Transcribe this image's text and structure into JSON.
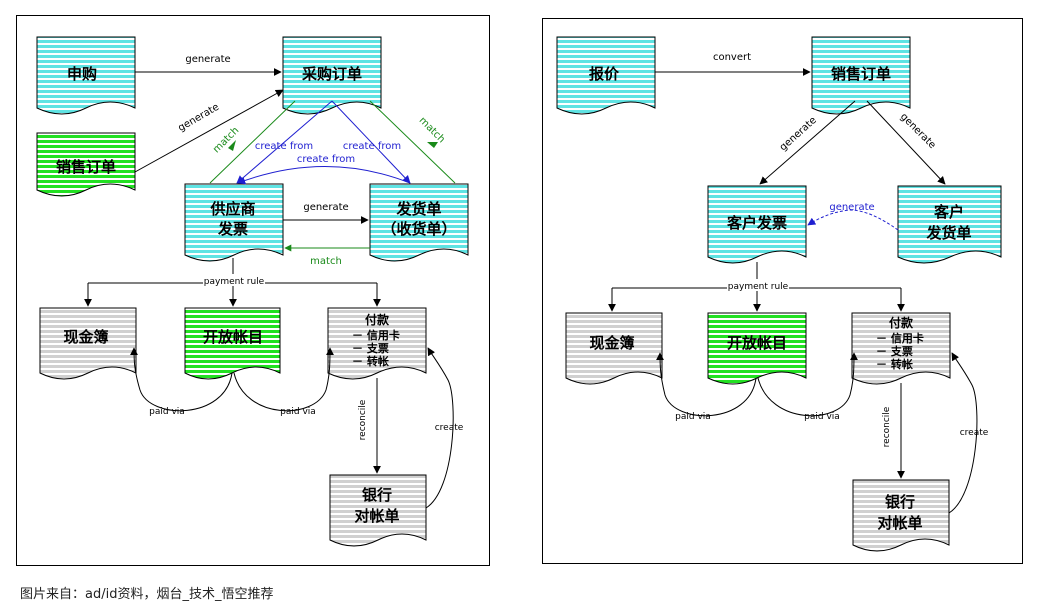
{
  "caption": "图片来自：ad/id资料，烟台_技术_悟空推荐",
  "colors": {
    "cyan": "#5fe3e3",
    "green": "#22e022",
    "gray": "#c8c8c8",
    "arrow_black": "#000000",
    "arrow_blue": "#1f1fd0",
    "arrow_green": "#1a8a1a"
  },
  "left": {
    "docs": {
      "shengou": "申购",
      "caigou": "采购订单",
      "xiaoshou": "销售订单",
      "gongying_1": "供应商",
      "gongying_2": "发票",
      "fahuo_1": "发货单",
      "fahuo_2": "（收货单）",
      "xianjin": "现金簿",
      "kaifang": "开放帐目",
      "fukuan_title": "付款",
      "fukuan_1": "－ 信用卡",
      "fukuan_2": "－ 支票",
      "fukuan_3": "－ 转帐",
      "yinhang_1": "银行",
      "yinhang_2": "对帐单"
    },
    "labels": {
      "generate_top": "generate",
      "generate_diag": "generate",
      "match_left": "match",
      "match_right": "match",
      "create_from_1": "create from",
      "create_from_2": "create from",
      "create_from_3": "create from",
      "generate_mid": "generate",
      "match_bottom": "match",
      "payment_rule": "payment rule",
      "paid_via_1": "paid via",
      "paid_via_2": "paid via",
      "reconcile": "reconcile",
      "create": "create"
    }
  },
  "right": {
    "docs": {
      "baojia": "报价",
      "xiaoshou": "销售订单",
      "kehu_fapiao": "客户发票",
      "kehu_1": "客户",
      "kehu_2": "发货单",
      "xianjin": "现金簿",
      "kaifang": "开放帐目",
      "fukuan_title": "付款",
      "fukuan_1": "－ 信用卡",
      "fukuan_2": "－ 支票",
      "fukuan_3": "－ 转帐",
      "yinhang_1": "银行",
      "yinhang_2": "对帐单"
    },
    "labels": {
      "convert": "convert",
      "generate_left": "generate",
      "generate_right": "generate",
      "generate_mid": "generate",
      "payment_rule": "payment rule",
      "paid_via_1": "paid via",
      "paid_via_2": "paid via",
      "reconcile": "reconcile",
      "create": "create"
    }
  }
}
